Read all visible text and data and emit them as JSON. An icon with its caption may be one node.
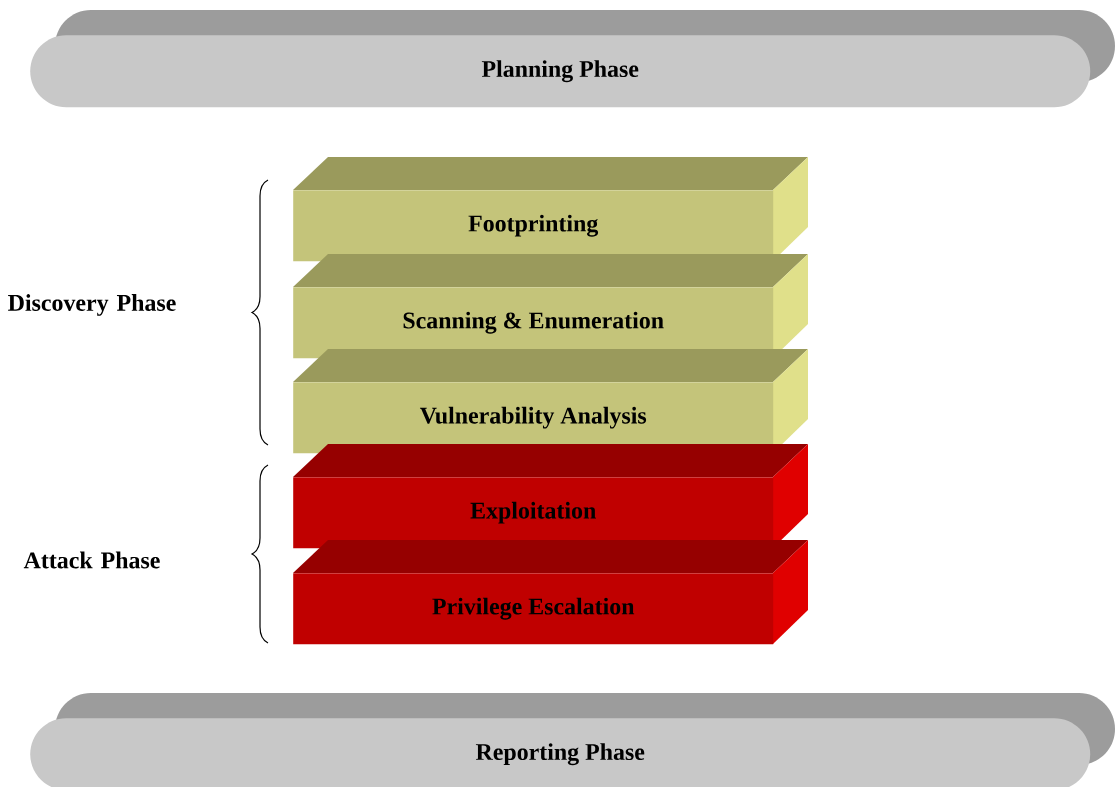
{
  "diagram": {
    "nodes": [
      {
        "text": [
          "Planning Phase"
        ]
      },
      {
        "text": [
          "Footprinting"
        ]
      },
      {
        "text": [
          "Scanning & Enumeration"
        ]
      },
      {
        "text": [
          "Vulnerability Analysis"
        ]
      },
      {
        "text": [
          "Exploitation"
        ]
      },
      {
        "text": [
          "Privilege Escalation"
        ]
      },
      {
        "text": [
          "Reporting Phase"
        ]
      }
    ],
    "labels": [
      "Discovery Phase",
      "Attack Phase"
    ]
  }
}
